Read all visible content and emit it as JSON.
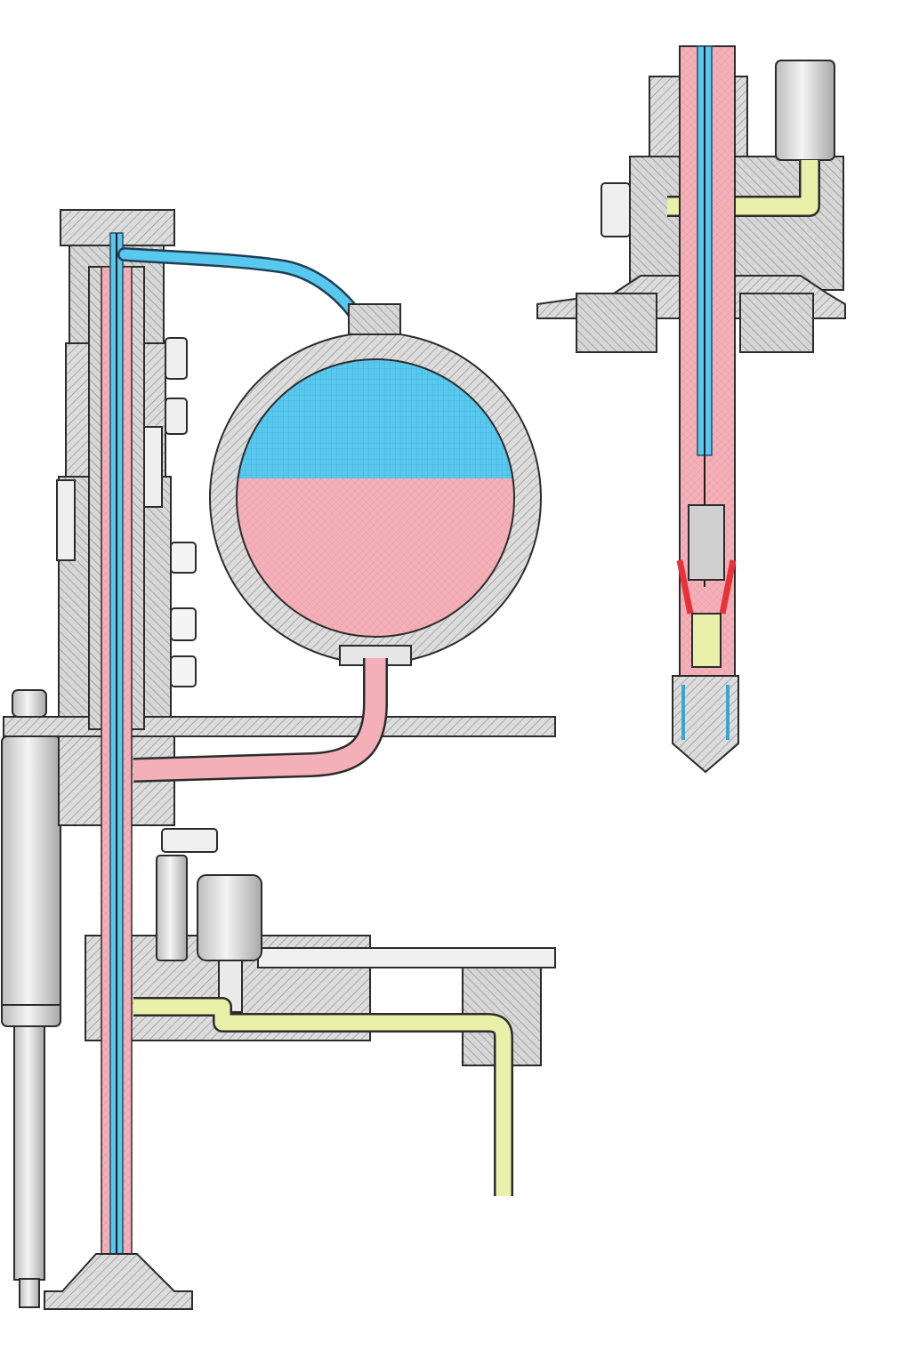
{
  "diagram": {
    "kind": "cross-section technical drawing",
    "views": [
      "filling-valve-assembly",
      "detail-section"
    ],
    "fluids": {
      "gas": "#58c8ee",
      "liquid": "#f2a6ae",
      "vent": "#e7efa6",
      "seal": "#e8323a"
    },
    "colors": {
      "metal": "#d9d9d9",
      "metal_dark": "#9a9a9a",
      "outline": "#2b2b2b",
      "background": "#ffffff"
    }
  }
}
